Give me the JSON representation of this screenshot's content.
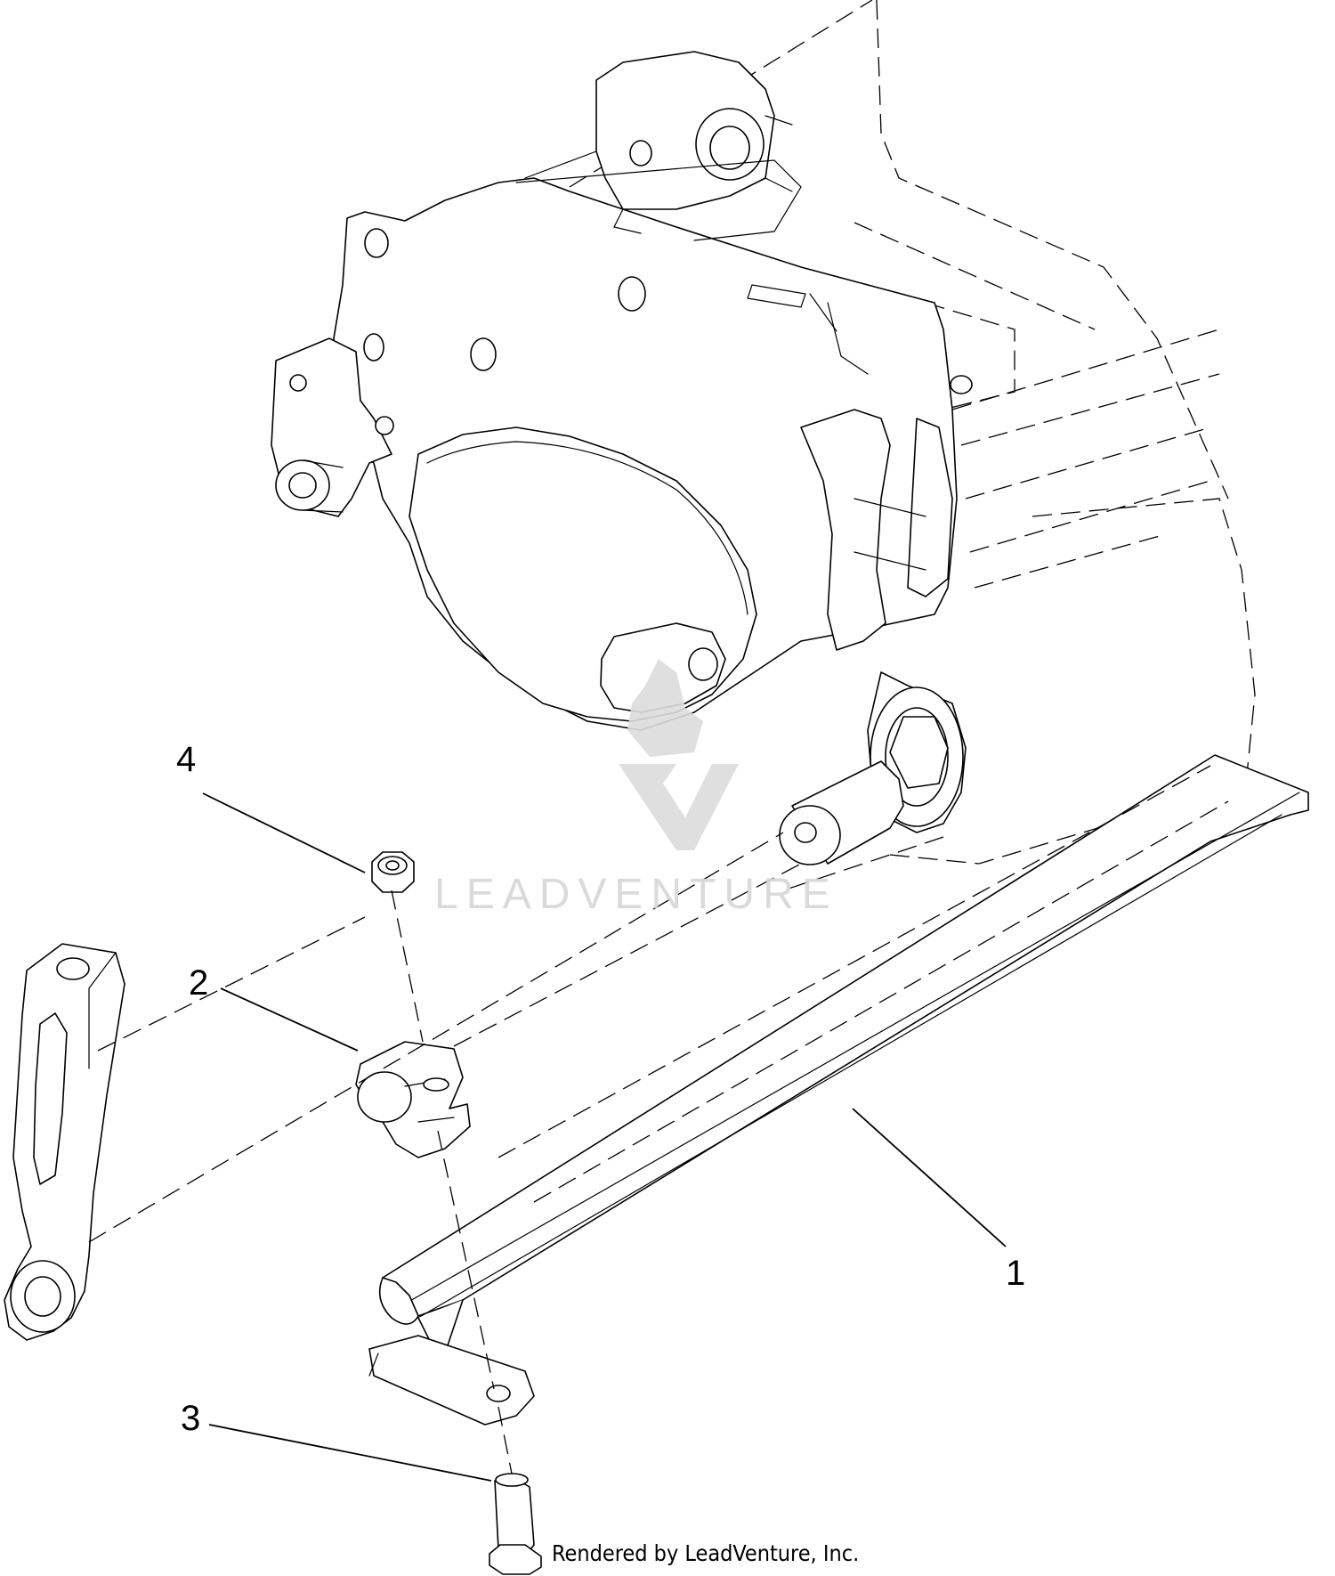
{
  "callouts": [
    {
      "id": "4",
      "label": "4"
    },
    {
      "id": "2",
      "label": "2"
    },
    {
      "id": "3",
      "label": "3"
    },
    {
      "id": "1",
      "label": "1"
    }
  ],
  "watermark": {
    "text": "LEADVENTURE"
  },
  "credit": {
    "text": "Rendered by LeadVenture, Inc."
  },
  "colors": {
    "line": "#000000",
    "watermark": "#d6d6d6",
    "background": "#ffffff"
  }
}
